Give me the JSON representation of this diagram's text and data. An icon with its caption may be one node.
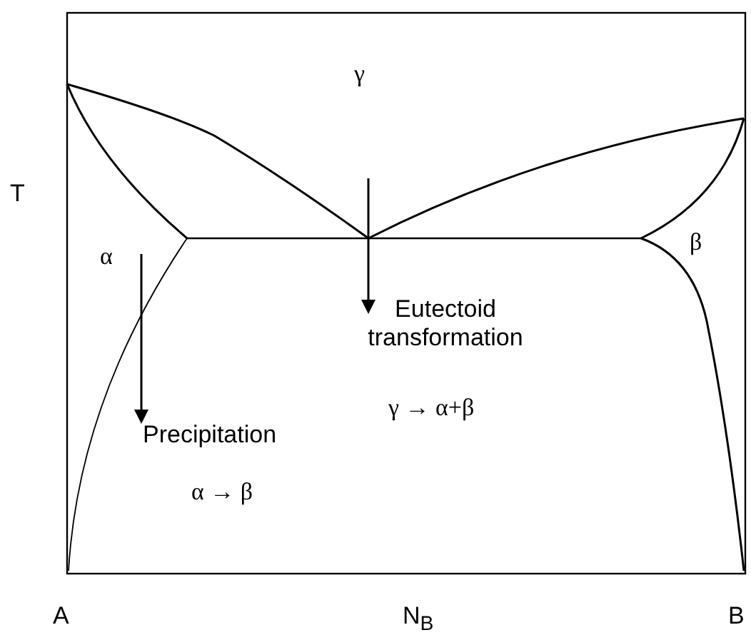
{
  "diagram": {
    "labels": [
      "γ",
      "T",
      "β",
      "α",
      "Eutectoid transformation",
      "γ → α+β",
      "Precipitation",
      "α → β",
      "A",
      "N$_{B}$",
      "B"
    ]
  }
}
